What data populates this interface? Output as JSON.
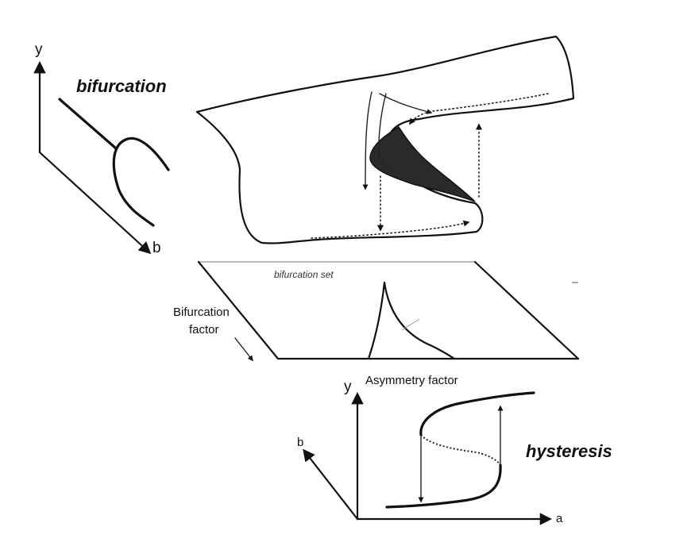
{
  "bifurcation_panel": {
    "y_label": "y",
    "b_label": "b",
    "title": "bifurcation"
  },
  "surface_panel": {
    "bifurcation_set_label": "bifurcation set",
    "bifurcation_factor_line1": "Bifurcation",
    "bifurcation_factor_line2": "factor",
    "asymmetry_factor_label": "Asymmetry factor"
  },
  "hysteresis_panel": {
    "y_label": "y",
    "b_label": "b",
    "a_label": "a",
    "title": "hysteresis"
  }
}
